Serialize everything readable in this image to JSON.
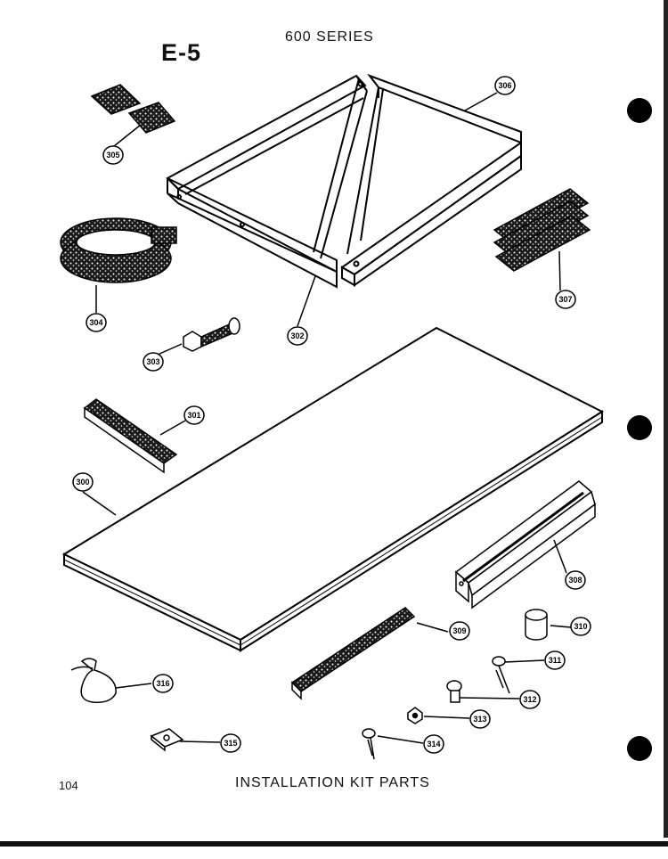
{
  "header": {
    "series": "600 SERIES",
    "section_code": "E-5"
  },
  "footer": {
    "page_number": "104",
    "caption": "INSTALLATION KIT PARTS"
  },
  "callouts": [
    {
      "id": "300",
      "part": "panel"
    },
    {
      "id": "301",
      "part": "foam-strip"
    },
    {
      "id": "302",
      "part": "frame"
    },
    {
      "id": "303",
      "part": "bolt"
    },
    {
      "id": "304",
      "part": "foam-roll"
    },
    {
      "id": "305",
      "part": "foam-pads"
    },
    {
      "id": "306",
      "part": "frame"
    },
    {
      "id": "307",
      "part": "foam-block"
    },
    {
      "id": "308",
      "part": "angle-rail"
    },
    {
      "id": "309",
      "part": "foam-strip"
    },
    {
      "id": "310",
      "part": "cap"
    },
    {
      "id": "311",
      "part": "screw"
    },
    {
      "id": "312",
      "part": "screw"
    },
    {
      "id": "313",
      "part": "nut"
    },
    {
      "id": "314",
      "part": "screw"
    },
    {
      "id": "315",
      "part": "clip"
    },
    {
      "id": "316",
      "part": "hardware-bag"
    }
  ]
}
